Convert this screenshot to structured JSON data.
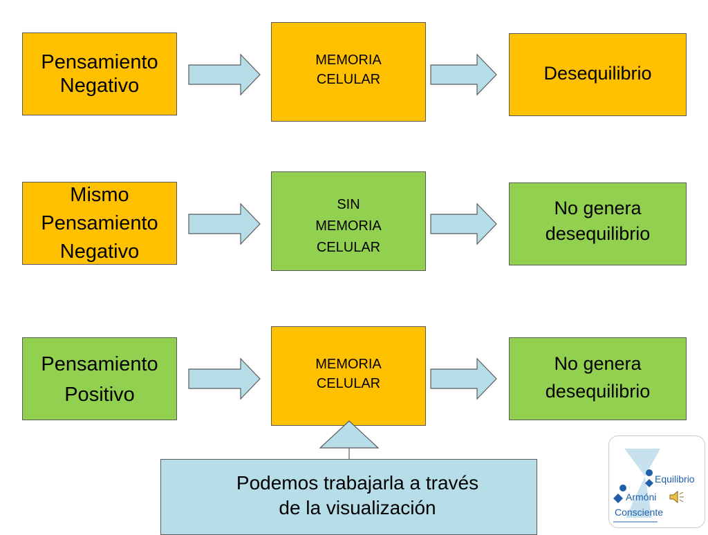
{
  "rows": [
    {
      "left": "Pensamiento\nNegativo",
      "center": "MEMORIA\nCELULAR",
      "right": "Desequilibrio"
    },
    {
      "left": "Mismo\nPensamiento\nNegativo",
      "center": "SIN\nMEMORIA\nCELULAR",
      "right": "No genera\n desequilibrio"
    },
    {
      "left": "Pensamiento\nPositivo",
      "center": "MEMORIA\nCELULAR",
      "right": "No genera\ndesequilibrio"
    }
  ],
  "callout": "Podemos trabajarla a través\nde la visualización",
  "logo": {
    "word1": "Equilibrio",
    "word2": "Armóni",
    "word3": "Consciente"
  },
  "colors": {
    "orange": "#ffc000",
    "green": "#92d050",
    "arrow": "#b7dee8",
    "logo_blue": "#1f5fa8"
  }
}
